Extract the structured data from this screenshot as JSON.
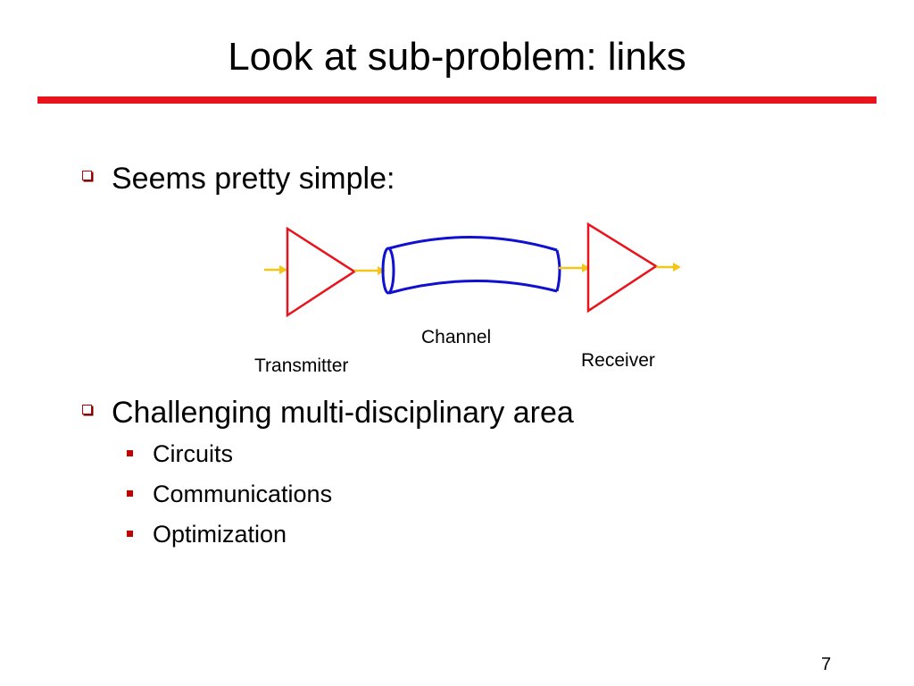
{
  "slide": {
    "title": "Look at sub-problem: links",
    "page_number": "7",
    "colors": {
      "accent_rule": "#e8131b",
      "triangle": "#e8131b",
      "channel": "#1010d0",
      "signal": "#f5c518"
    }
  },
  "bullets": [
    {
      "text": "Seems pretty simple:"
    },
    {
      "text": "Challenging multi-disciplinary area",
      "subitems": [
        "Circuits",
        "Communications",
        "Optimization"
      ]
    }
  ],
  "diagram": {
    "transmitter_label": "Transmitter",
    "channel_label": "Channel",
    "receiver_label": "Receiver"
  }
}
